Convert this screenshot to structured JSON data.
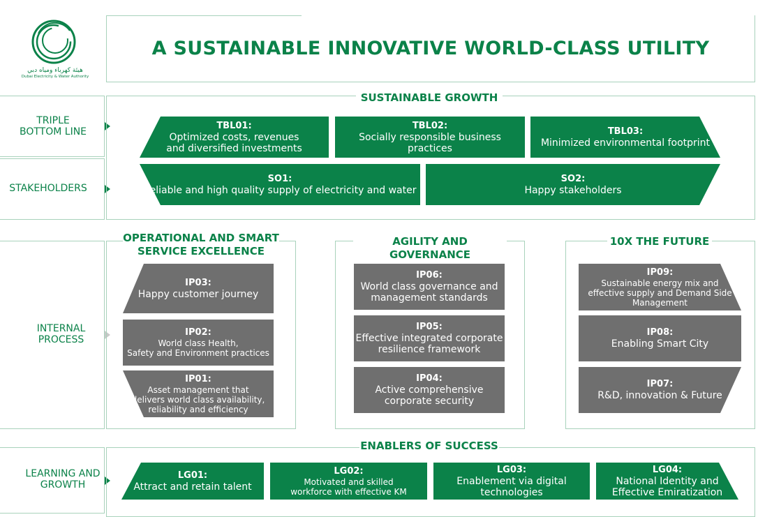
{
  "logo": {
    "arabic": "هيئة كهرباء ومياه دبي",
    "english": "Dubai Electricity & Water Authority"
  },
  "title": "A SUSTAINABLE INNOVATIVE WORLD-CLASS UTILITY",
  "colors": {
    "green": "#0b8249",
    "gray": "#6f6f6f",
    "line": "#a8d2bb"
  },
  "side_labels": {
    "tbl": "TRIPLE\nBOTTOM LINE",
    "stakeholders": "STAKEHOLDERS",
    "internal": "INTERNAL\nPROCESS",
    "learning": "LEARNING AND\nGROWTH"
  },
  "sustainable_growth": {
    "title": "SUSTAINABLE GROWTH",
    "tbl": [
      {
        "code": "TBL01:",
        "text": "Optimized costs, revenues\nand diversified investments"
      },
      {
        "code": "TBL02:",
        "text": "Socially responsible business practices"
      },
      {
        "code": "TBL03:",
        "text": "Minimized environmental footprint"
      }
    ],
    "so": [
      {
        "code": "SO1:",
        "text": "Reliable and high quality supply of electricity and water"
      },
      {
        "code": "SO2:",
        "text": "Happy stakeholders"
      }
    ]
  },
  "internal_process": {
    "operational": {
      "title": "OPERATIONAL AND SMART\nSERVICE EXCELLENCE",
      "items": [
        {
          "code": "IP03:",
          "text": "Happy customer journey"
        },
        {
          "code": "IP02:",
          "text": "World class Health,\nSafety and Environment practices"
        },
        {
          "code": "IP01:",
          "text": "Asset management that\ndelivers world class availability,\nreliability and efficiency"
        }
      ]
    },
    "agility": {
      "title": "AGILITY AND GOVERNANCE",
      "items": [
        {
          "code": "IP06:",
          "text": "World class governance and\nmanagement standards"
        },
        {
          "code": "IP05:",
          "text": "Effective integrated corporate\nresilience framework"
        },
        {
          "code": "IP04:",
          "text": "Active comprehensive\ncorporate security"
        }
      ]
    },
    "future": {
      "title": "10X THE FUTURE",
      "items": [
        {
          "code": "IP09:",
          "text": "Sustainable energy mix and\neffective supply and Demand Side\nManagement"
        },
        {
          "code": "IP08:",
          "text": "Enabling Smart City"
        },
        {
          "code": "IP07:",
          "text": "R&D, innovation & Future"
        }
      ]
    }
  },
  "enablers": {
    "title": "ENABLERS OF SUCCESS",
    "items": [
      {
        "code": "LG01:",
        "text": "Attract and retain talent"
      },
      {
        "code": "LG02:",
        "text": "Motivated and skilled\nworkforce with effective KM"
      },
      {
        "code": "LG03:",
        "text": "Enablement via digital\ntechnologies"
      },
      {
        "code": "LG04:",
        "text": "National Identity and\nEffective Emiratization"
      }
    ]
  }
}
